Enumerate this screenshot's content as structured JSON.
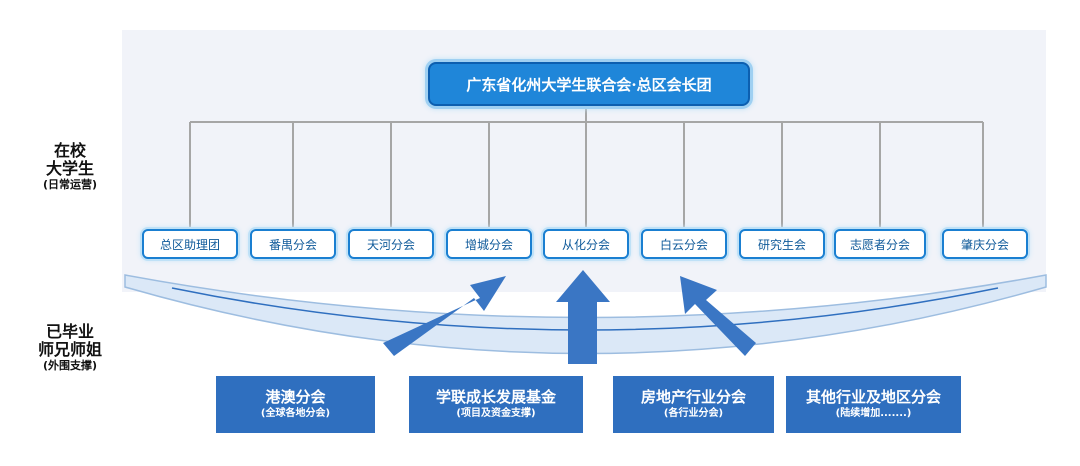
{
  "top_box": {
    "label": "广东省化州大学生联合会·总区会长团"
  },
  "left_labels": {
    "students": {
      "line1": "在校",
      "line2": "大学生",
      "note": "(日常运营)"
    },
    "graduates": {
      "line1": "已毕业",
      "line2": "师兄师姐",
      "note": "(外围支撑)"
    }
  },
  "branches": [
    {
      "label": "总区助理团"
    },
    {
      "label": "番禺分会"
    },
    {
      "label": "天河分会"
    },
    {
      "label": "增城分会"
    },
    {
      "label": "从化分会"
    },
    {
      "label": "白云分会"
    },
    {
      "label": "研究生会"
    },
    {
      "label": "志愿者分会"
    },
    {
      "label": "肇庆分会"
    }
  ],
  "support_boxes": [
    {
      "title": "港澳分会",
      "sub": "(全球各地分会)"
    },
    {
      "title": "学联成长发展基金",
      "sub": "(项目及资金支撑)"
    },
    {
      "title": "房地产行业分会",
      "sub": "(各行业分会)"
    },
    {
      "title": "其他行业及地区分会",
      "sub": "(陆续增加.......)"
    }
  ],
  "colors": {
    "panel": "#f1f3f9",
    "connector": "#a6a6a6",
    "top_box_fill": "#1f86d9",
    "branch_border": "#1a7fd1",
    "support_fill": "#2f6fbf",
    "arrow_fill": "#3a76c4",
    "arc_fill": "#dbe8f7"
  }
}
